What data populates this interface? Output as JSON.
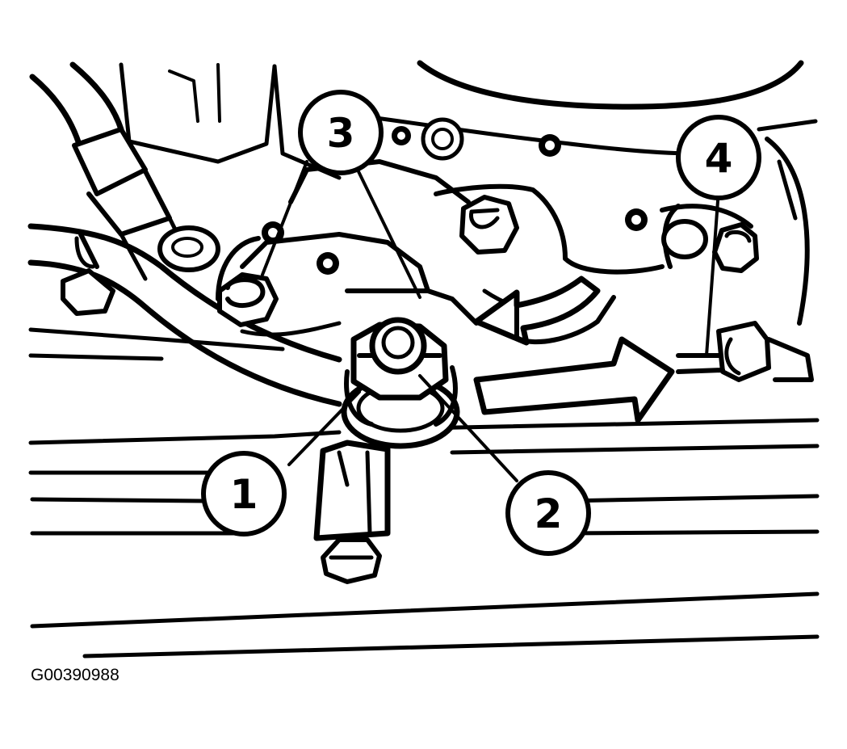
{
  "figure": {
    "id_label": "G00390988"
  },
  "callouts": [
    {
      "number": "1"
    },
    {
      "number": "2"
    },
    {
      "number": "3"
    },
    {
      "number": "4"
    }
  ],
  "colors": {
    "ink": "#000000",
    "paper": "#ffffff"
  }
}
